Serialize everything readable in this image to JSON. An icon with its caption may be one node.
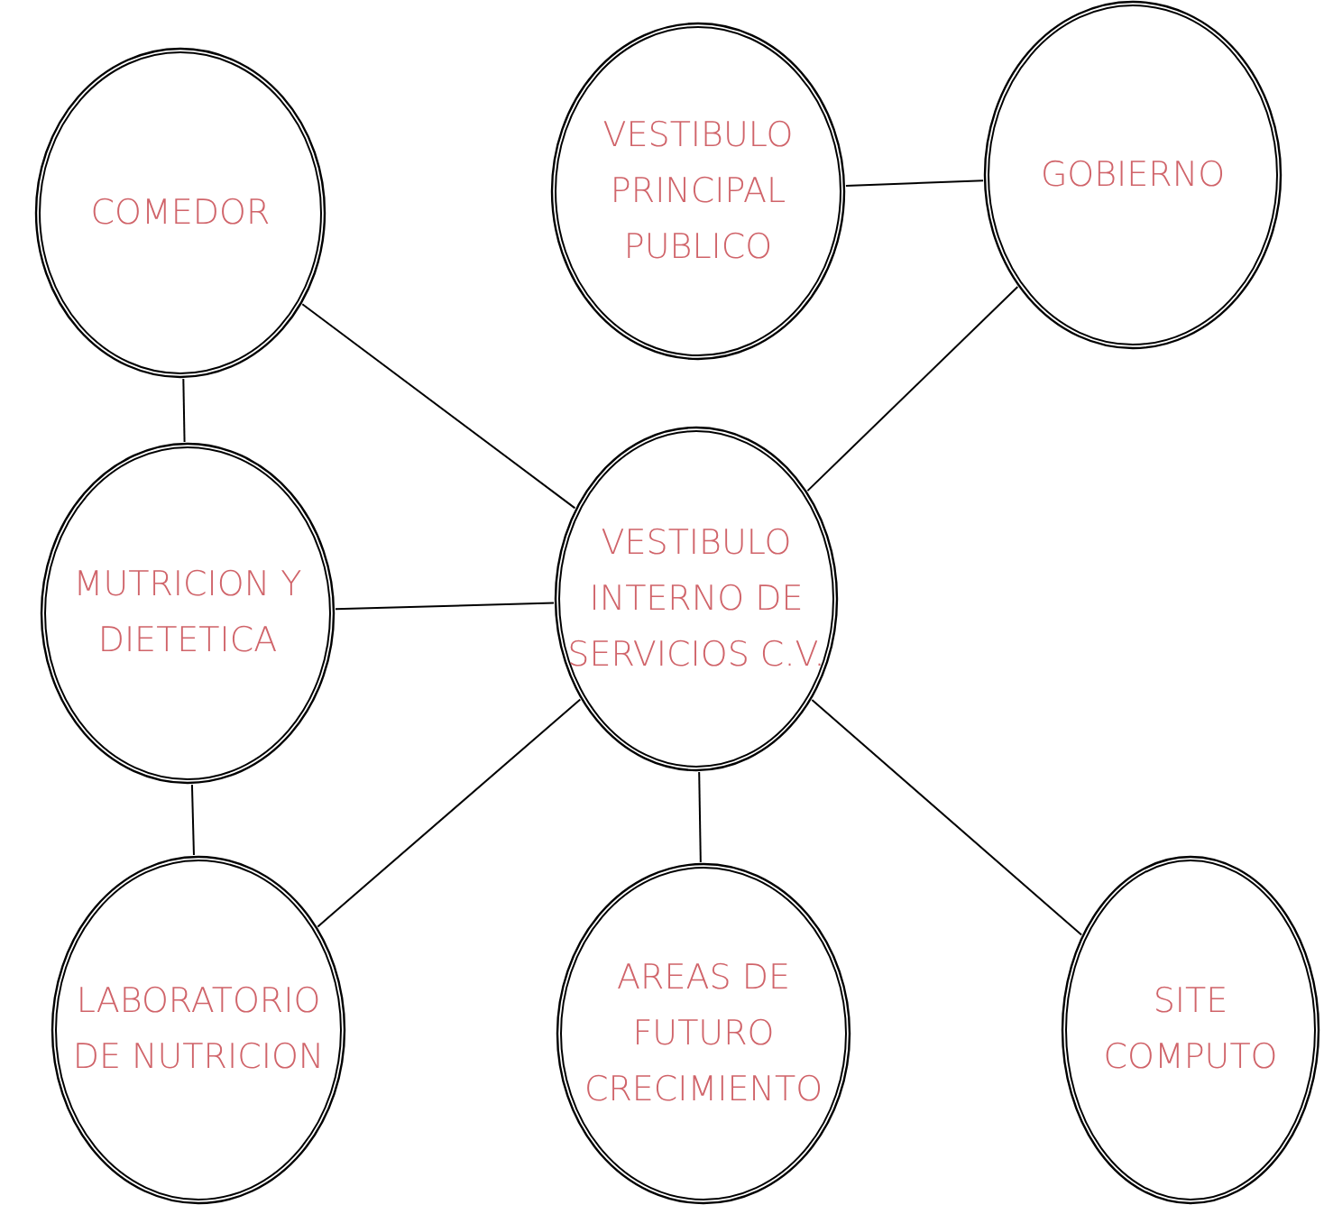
{
  "diagram": {
    "nodes": [
      {
        "text": [
          "COMEDOR"
        ]
      },
      {
        "text": [
          "VESTIBULO PRINCIPAL PUBLICO"
        ]
      },
      {
        "text": [
          "GOBIERNO"
        ]
      },
      {
        "text": [
          "MUTRICION Y DIETETICA"
        ]
      },
      {
        "text": [
          "VESTIBULO INTERNO DE SERVICIOS C.V."
        ]
      },
      {
        "text": [
          "LABORATORIO DE NUTRICION"
        ]
      },
      {
        "text": [
          "AREAS DE FUTURO CRECIMIENTO"
        ]
      },
      {
        "text": [
          "SITE COMPUTO"
        ]
      }
    ],
    "edges": [
      {
        "from": 0,
        "to": 3,
        "arrow": "none"
      },
      {
        "from": 0,
        "to": 4,
        "arrow": "none"
      },
      {
        "from": 1,
        "to": 2,
        "arrow": "none"
      },
      {
        "from": 2,
        "to": 4,
        "arrow": "none"
      },
      {
        "from": 3,
        "to": 4,
        "arrow": "none"
      },
      {
        "from": 3,
        "to": 5,
        "arrow": "none"
      },
      {
        "from": 4,
        "to": 5,
        "arrow": "none"
      },
      {
        "from": 4,
        "to": 6,
        "arrow": "none"
      },
      {
        "from": 4,
        "to": 7,
        "arrow": "none"
      }
    ]
  }
}
